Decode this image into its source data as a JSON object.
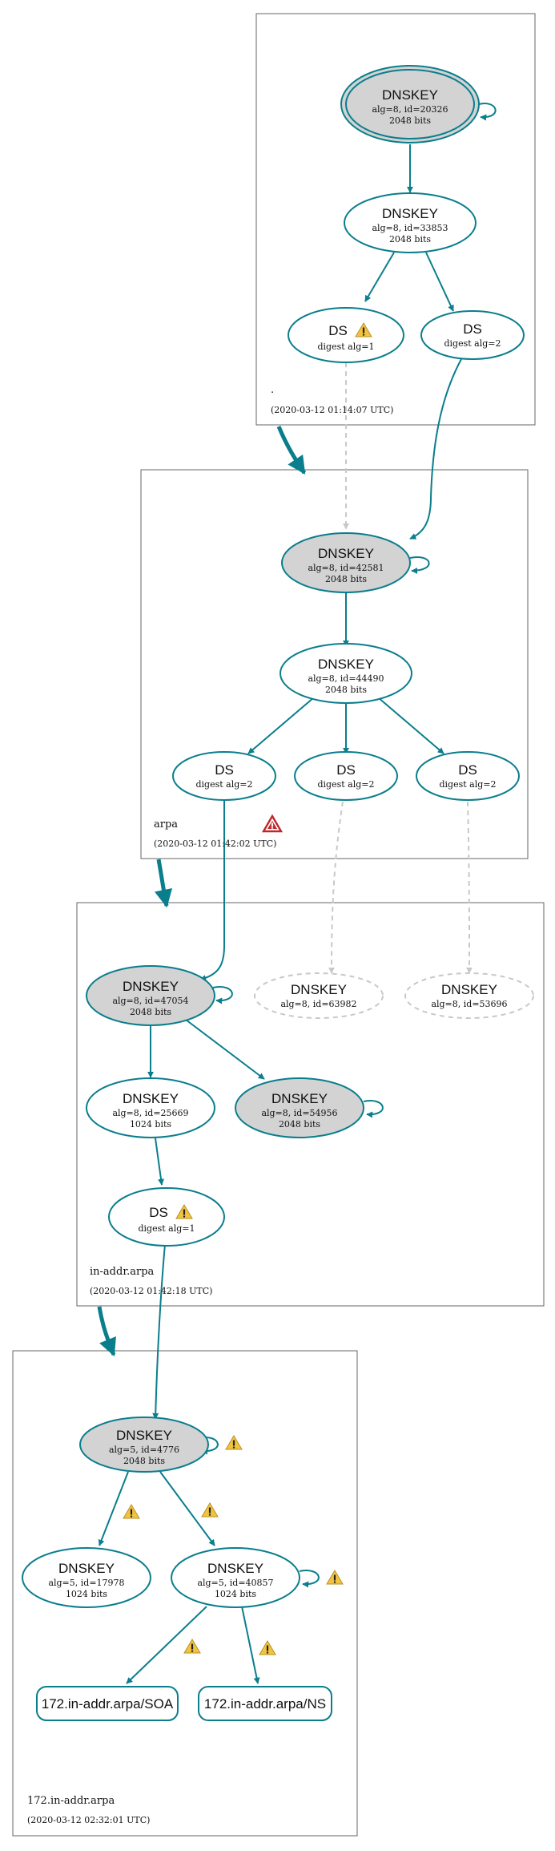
{
  "zones": [
    {
      "name": ".",
      "timestamp": "(2020-03-12 01:14:07 UTC)",
      "nodes": [
        {
          "kind": "dnskey",
          "title": "DNSKEY",
          "line1": "alg=8, id=20326",
          "line2": "2048 bits",
          "ksk": true
        },
        {
          "kind": "dnskey",
          "title": "DNSKEY",
          "line1": "alg=8, id=33853",
          "line2": "2048 bits"
        },
        {
          "kind": "ds",
          "title": "DS",
          "line1": "digest alg=1",
          "warning": true
        },
        {
          "kind": "ds",
          "title": "DS",
          "line1": "digest alg=2"
        }
      ]
    },
    {
      "name": "arpa",
      "timestamp": "(2020-03-12 01:42:02 UTC)",
      "zone_error": true,
      "nodes": [
        {
          "kind": "dnskey",
          "title": "DNSKEY",
          "line1": "alg=8, id=42581",
          "line2": "2048 bits",
          "ksk": true
        },
        {
          "kind": "dnskey",
          "title": "DNSKEY",
          "line1": "alg=8, id=44490",
          "line2": "2048 bits"
        },
        {
          "kind": "ds",
          "title": "DS",
          "line1": "digest alg=2"
        },
        {
          "kind": "ds",
          "title": "DS",
          "line1": "digest alg=2"
        },
        {
          "kind": "ds",
          "title": "DS",
          "line1": "digest alg=2"
        }
      ]
    },
    {
      "name": "in-addr.arpa",
      "timestamp": "(2020-03-12 01:42:18 UTC)",
      "nodes": [
        {
          "kind": "dnskey",
          "title": "DNSKEY",
          "line1": "alg=8, id=47054",
          "line2": "2048 bits",
          "ksk": true
        },
        {
          "kind": "dnskey",
          "title": "DNSKEY",
          "line1": "alg=8, id=63982",
          "missing": true
        },
        {
          "kind": "dnskey",
          "title": "DNSKEY",
          "line1": "alg=8, id=53696",
          "missing": true
        },
        {
          "kind": "dnskey",
          "title": "DNSKEY",
          "line1": "alg=8, id=25669",
          "line2": "1024 bits"
        },
        {
          "kind": "dnskey",
          "title": "DNSKEY",
          "line1": "alg=8, id=54956",
          "line2": "2048 bits",
          "ksk": true
        },
        {
          "kind": "ds",
          "title": "DS",
          "line1": "digest alg=1",
          "warning": true
        }
      ]
    },
    {
      "name": "172.in-addr.arpa",
      "timestamp": "(2020-03-12 02:32:01 UTC)",
      "nodes": [
        {
          "kind": "dnskey",
          "title": "DNSKEY",
          "line1": "alg=5, id=4776",
          "line2": "2048 bits",
          "ksk": true
        },
        {
          "kind": "dnskey",
          "title": "DNSKEY",
          "line1": "alg=5, id=17978",
          "line2": "1024 bits"
        },
        {
          "kind": "dnskey",
          "title": "DNSKEY",
          "line1": "alg=5, id=40857",
          "line2": "1024 bits"
        },
        {
          "kind": "rrset",
          "title": "172.in-addr.arpa/SOA"
        },
        {
          "kind": "rrset",
          "title": "172.in-addr.arpa/NS"
        }
      ]
    }
  ],
  "colors": {
    "edge": "#0a7e8c",
    "ksk_fill": "#d3d3d3",
    "missing": "#c8c8c8",
    "warning": "#f2c43d",
    "error": "#c0272d",
    "zone_border": "#666666"
  }
}
